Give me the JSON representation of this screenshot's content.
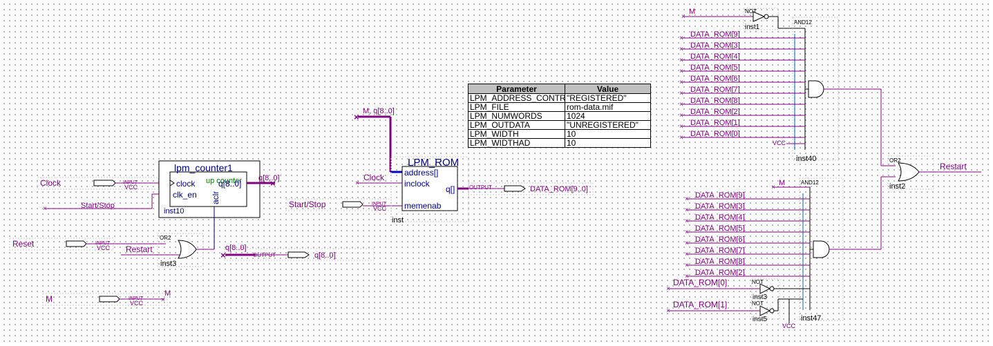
{
  "pins": {
    "clock": "Clock",
    "start_stop": "Start/Stop",
    "reset": "Reset",
    "m": "M",
    "m_out": "M",
    "input": "INPUT",
    "output": "OUTPUT",
    "vcc": "VCC"
  },
  "counter": {
    "title": "lpm_counter1",
    "clock": "clock",
    "clk_en": "clk_en",
    "up_counter": "up counter",
    "aclr": "aclr",
    "q": "q[8..0]",
    "inst": "inst10",
    "q_wire": "q[8..0]"
  },
  "or_left": {
    "type": "OR2",
    "net": "Restart",
    "inst": "inst3"
  },
  "q_output": {
    "wire": "q[8..0]",
    "pin": "q[8..0]"
  },
  "rom": {
    "title": "LPM_ROM",
    "address": "address[]",
    "inclock": "inclock",
    "memenab": "memenab",
    "q": "q[]",
    "inst": "inst",
    "addr_net": "M, q[8..0]",
    "clock_net": "Clock",
    "out_pin": "DATA_ROM[9..0]"
  },
  "param_table": {
    "headers": [
      "Parameter",
      "Value"
    ],
    "rows": [
      [
        "LPM_ADDRESS_CONTROL",
        "\"REGISTERED\""
      ],
      [
        "LPM_FILE",
        "rom-data.mif"
      ],
      [
        "LPM_NUMWORDS",
        "1024"
      ],
      [
        "LPM_OUTDATA",
        "\"UNREGISTERED\""
      ],
      [
        "LPM_WIDTH",
        "10"
      ],
      [
        "LPM_WIDTHAD",
        "10"
      ]
    ]
  },
  "top_logic": {
    "m_net": "M",
    "not_type": "NOT",
    "not_inst": "inst1",
    "and_type": "AND12",
    "and_inst": "inst40",
    "vcc": "VCC",
    "data_nets": [
      "DATA_ROM[9]",
      "DATA_ROM[3]",
      "DATA_ROM[4]",
      "DATA_ROM[5]",
      "DATA_ROM[6]",
      "DATA_ROM[7]",
      "DATA_ROM[8]",
      "DATA_ROM[2]",
      "DATA_ROM[1]",
      "DATA_ROM[0]"
    ]
  },
  "bottom_logic": {
    "m_net": "M",
    "and_type": "AND12",
    "and_inst": "inst47",
    "data_nets": [
      "DATA_ROM[9]",
      "DATA_ROM[3]",
      "DATA_ROM[4]",
      "DATA_ROM[5]",
      "DATA_ROM[6]",
      "DATA_ROM[7]",
      "DATA_ROM[8]",
      "DATA_ROM[2]"
    ],
    "not_nets": [
      "DATA_ROM[0]",
      "DATA_ROM[1]"
    ],
    "not_type": "NOT",
    "not_insts": [
      "inst3",
      "inst5"
    ],
    "vcc": "VCC"
  },
  "or_right": {
    "type": "OR2",
    "inst": "inst2",
    "net": "Restart"
  }
}
